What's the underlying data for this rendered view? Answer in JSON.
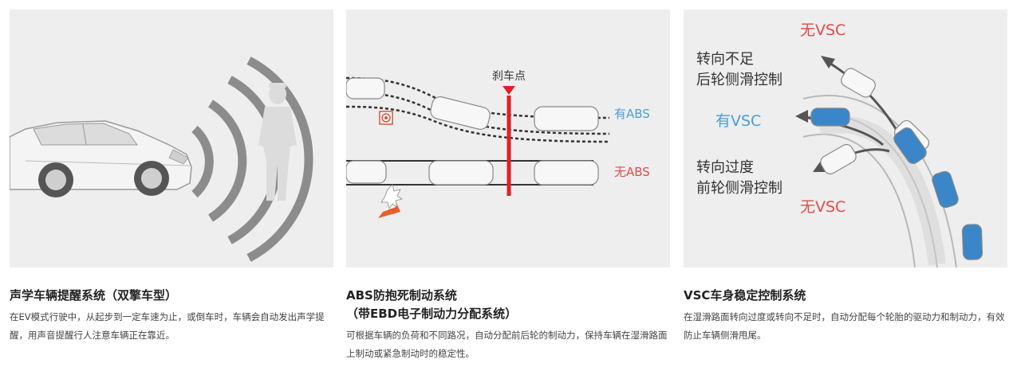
{
  "features": [
    {
      "title": "声学车辆提醒系统（双擎车型）",
      "title_line2": "",
      "description": "在EV模式行驶中，从起步到一定车速为止，或倒车时，车辆会自动发出声学提醒，用声音提醒行人注意车辆正在靠近。"
    },
    {
      "title": "ABS防抱死制动系统",
      "title_line2": "（带EBD电子制动力分配系统）",
      "description": "可根据车辆的负荷和不同路况，自动分配前后轮的制动力，保持车辆在湿滑路面上制动或紧急制动时的稳定性。",
      "diagram": {
        "brake_point_label": "刹车点",
        "with_abs_label": "有ABS",
        "without_abs_label": "无ABS"
      }
    },
    {
      "title": "VSC车身稳定控制系统",
      "title_line2": "",
      "description": "在湿滑路面转向过度或转向不足时，自动分配每个轮胎的驱动力和制动力，有效防止车辆侧滑甩尾。",
      "diagram": {
        "no_vsc_top": "无VSC",
        "understeer_line1": "转向不足",
        "understeer_line2": "后轮侧滑控制",
        "with_vsc": "有VSC",
        "oversteer_line1": "转向过度",
        "oversteer_line2": "前轮侧滑控制",
        "no_vsc_bottom": "无VSC"
      }
    }
  ],
  "colors": {
    "panel_bg": "#eeeeee",
    "abs_blue": "#4a9fd4",
    "no_abs_red": "#e24a4a",
    "brake_red": "#e0202a",
    "car_blue": "#3a86c8"
  }
}
